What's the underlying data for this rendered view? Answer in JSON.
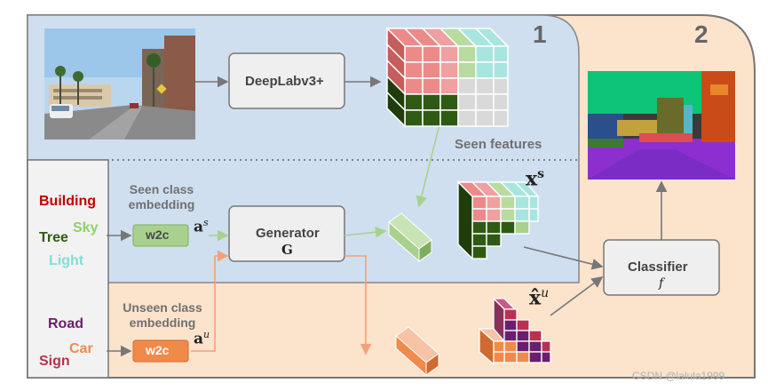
{
  "regions": {
    "part1_number": "1",
    "part2_number": "2"
  },
  "top": {
    "backbone_label": "DeepLabv3+",
    "seen_features_label": "Seen features"
  },
  "generator": {
    "label": "Generator",
    "symbol": "G"
  },
  "seen": {
    "embedding_label_line1": "Seen class",
    "embedding_label_line2": "embedding",
    "w2c_label": "w2c",
    "embedding_symbol": "a",
    "embedding_sup": "s",
    "features_symbol": "x",
    "features_sup": "s",
    "classes": [
      {
        "name": "Building",
        "color": "#c00000"
      },
      {
        "name": "Sky",
        "color": "#8fd06a"
      },
      {
        "name": "Tree",
        "color": "#2f5a14"
      },
      {
        "name": "Light",
        "color": "#7fe0d8"
      }
    ]
  },
  "unseen": {
    "embedding_label_line1": "Unseen class",
    "embedding_label_line2": "embedding",
    "w2c_label": "w2c",
    "embedding_symbol": "a",
    "embedding_sup": "u",
    "features_symbol": "x̂",
    "features_sup": "u",
    "classes": [
      {
        "name": "Road",
        "color": "#6a1f6e"
      },
      {
        "name": "Car",
        "color": "#f08a4b"
      },
      {
        "name": "Sign",
        "color": "#b8324f"
      }
    ]
  },
  "classifier": {
    "label": "Classifier",
    "symbol": "f"
  },
  "watermark": "CSDN @lalula1999",
  "colors": {
    "blue_region": "#cfdff0",
    "peach_region": "#fbe3cc",
    "seen_green": "#a9d18e",
    "unseen_orange": "#f4a07a"
  }
}
